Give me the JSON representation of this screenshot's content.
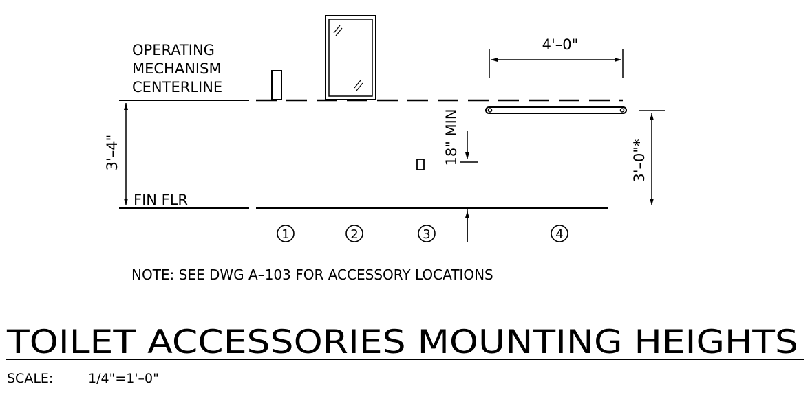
{
  "labels": {
    "operating_line1": "OPERATING",
    "operating_line2": "MECHANISM",
    "operating_line3": "CENTERLINE",
    "fin_flr": "FIN FLR",
    "dim_left": "3'–4\"",
    "dim_top": "4'–0\"",
    "dim_min": "18\" MIN",
    "dim_right": "3'–0\"*"
  },
  "items": [
    {
      "number": "1"
    },
    {
      "number": "2"
    },
    {
      "number": "3"
    },
    {
      "number": "4"
    }
  ],
  "note": "NOTE: SEE DWG A–103 FOR ACCESSORY LOCATIONS",
  "title": "TOILET ACCESSORIES MOUNTING HEIGHTS",
  "scale_label": "SCALE:",
  "scale_value": "1/4\"=1'–0\""
}
